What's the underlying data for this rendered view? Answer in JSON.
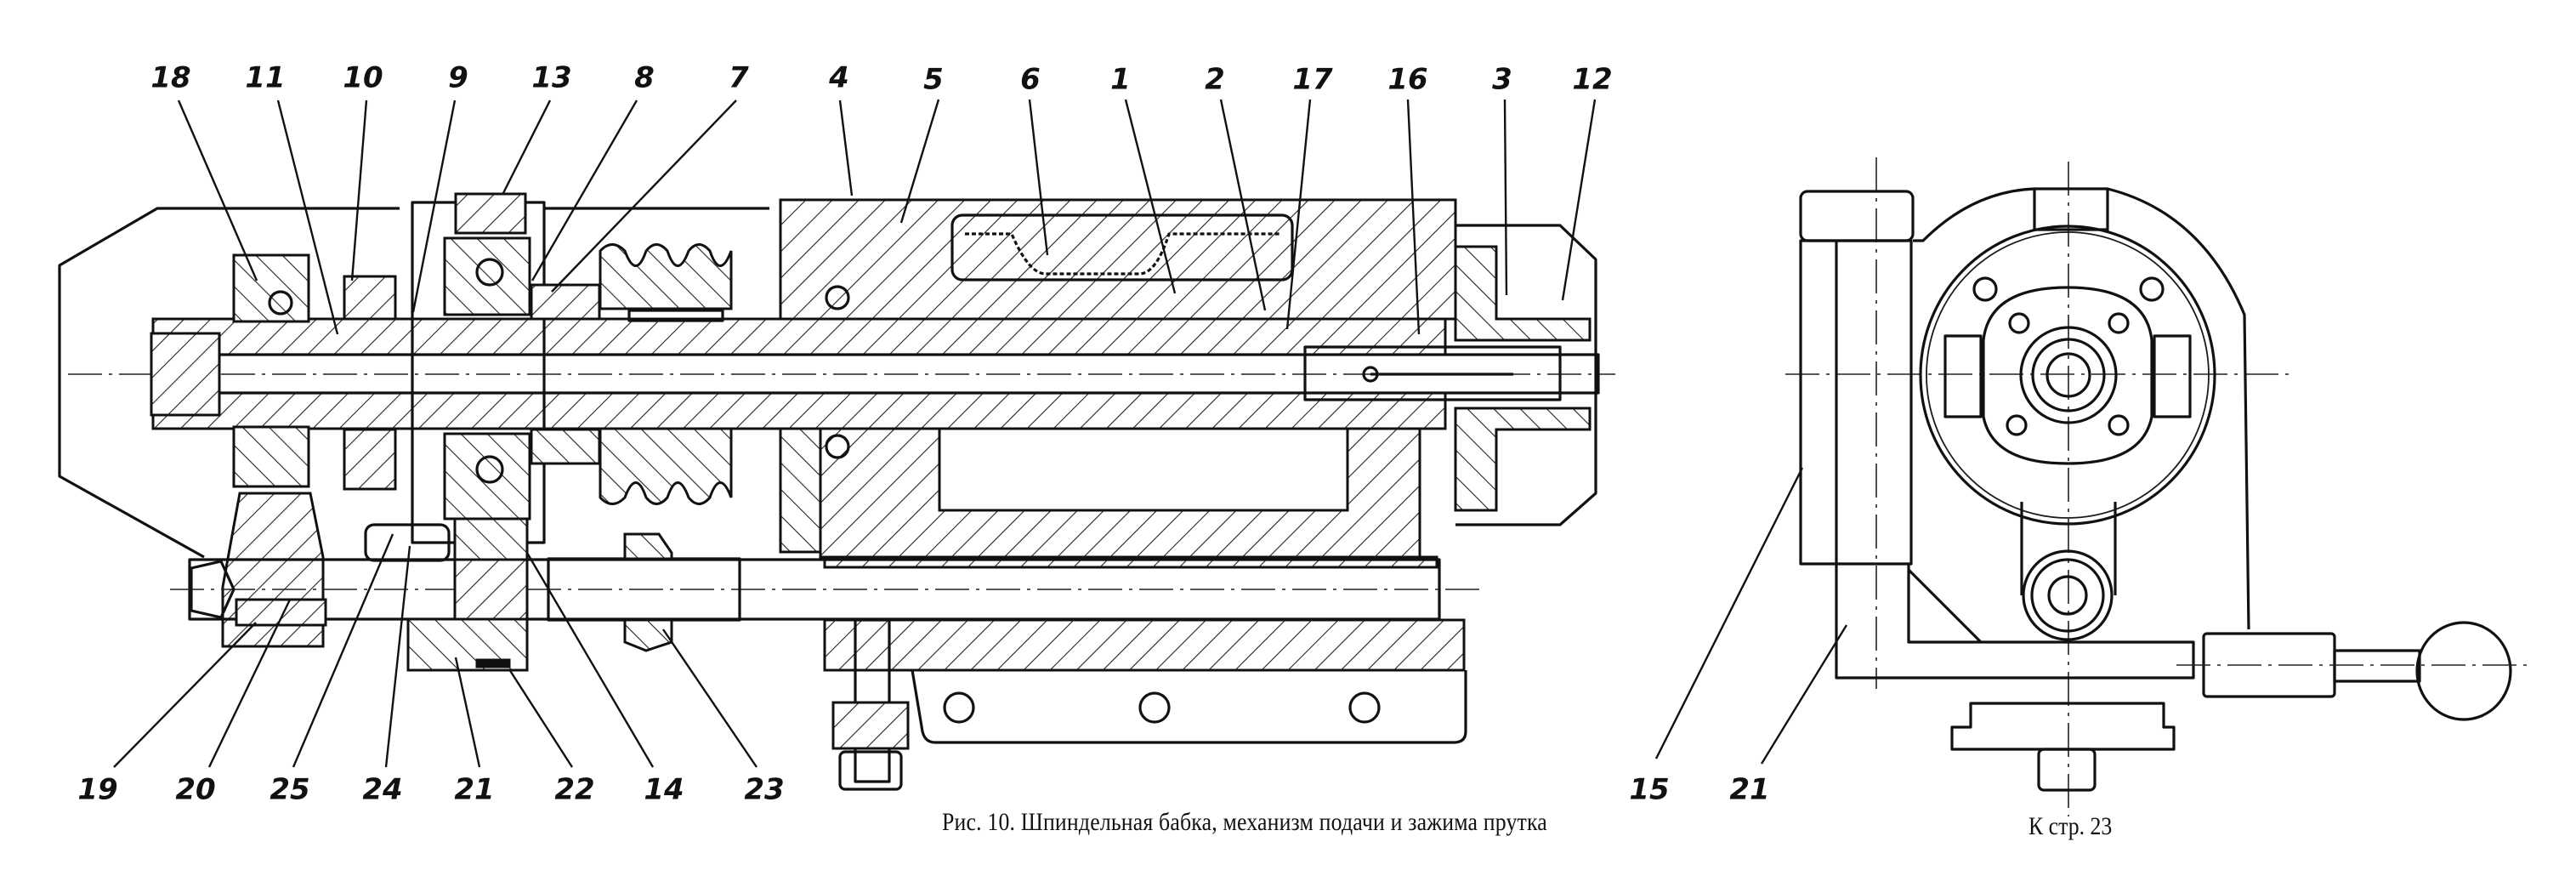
{
  "figure": {
    "caption": "Рис. 10. Шпиндельная бабка, механизм подачи и зажима прутка",
    "page_reference": "К стр. 23",
    "views": [
      "longitudinal-section",
      "end-view"
    ]
  },
  "callouts": {
    "top": [
      {
        "id": "18",
        "label": "18"
      },
      {
        "id": "11",
        "label": "11"
      },
      {
        "id": "10",
        "label": "10"
      },
      {
        "id": "9",
        "label": "9"
      },
      {
        "id": "13",
        "label": "13"
      },
      {
        "id": "8",
        "label": "8"
      },
      {
        "id": "7",
        "label": "7"
      },
      {
        "id": "4",
        "label": "4"
      },
      {
        "id": "5",
        "label": "5"
      },
      {
        "id": "6",
        "label": "6"
      },
      {
        "id": "1",
        "label": "1"
      },
      {
        "id": "2",
        "label": "2"
      },
      {
        "id": "17",
        "label": "17"
      },
      {
        "id": "16",
        "label": "16"
      },
      {
        "id": "3",
        "label": "3"
      },
      {
        "id": "12",
        "label": "12"
      }
    ],
    "bottom": [
      {
        "id": "19",
        "label": "19"
      },
      {
        "id": "20",
        "label": "20"
      },
      {
        "id": "25",
        "label": "25"
      },
      {
        "id": "24",
        "label": "24"
      },
      {
        "id": "21",
        "label": "21"
      },
      {
        "id": "22",
        "label": "22"
      },
      {
        "id": "14",
        "label": "14"
      },
      {
        "id": "23",
        "label": "23"
      }
    ],
    "end_view": [
      {
        "id": "15",
        "label": "15"
      },
      {
        "id": "21b",
        "label": "21"
      }
    ]
  }
}
